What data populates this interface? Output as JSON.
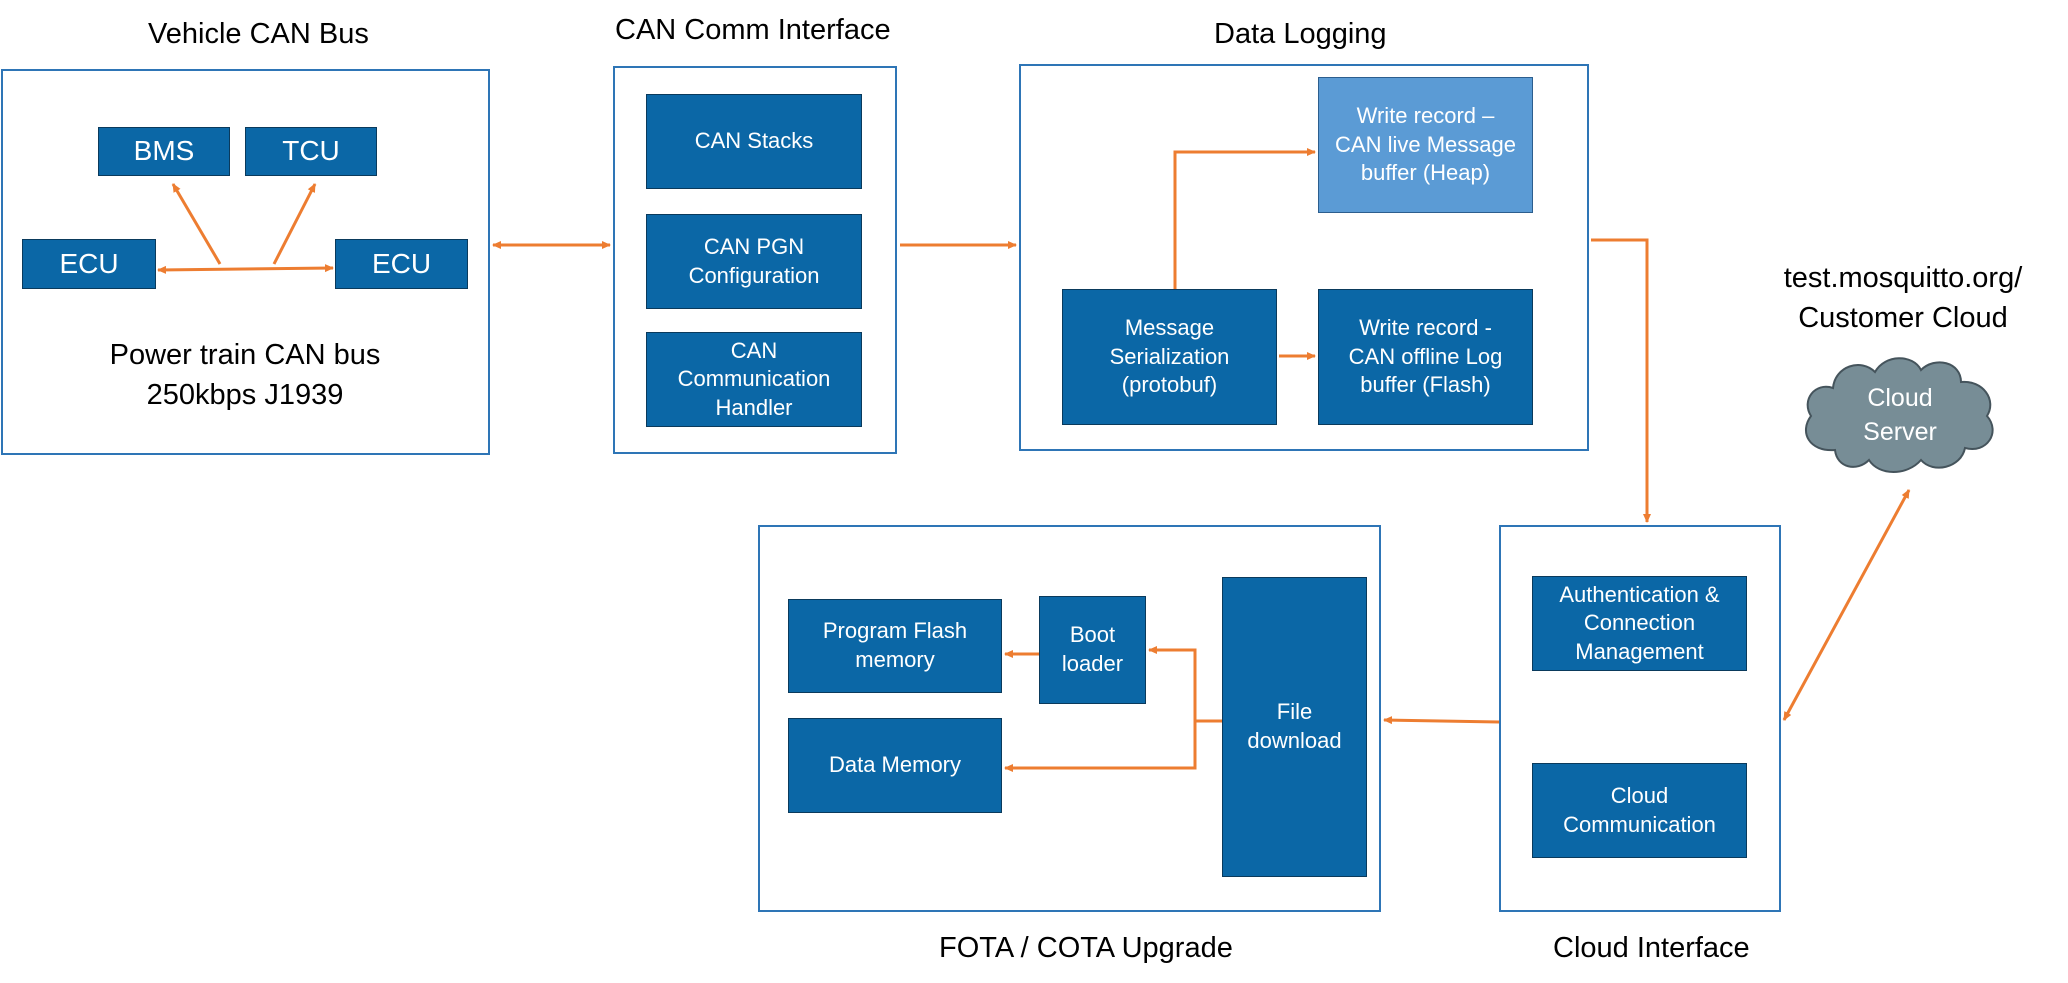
{
  "vehicle_can": {
    "title": "Vehicle CAN Bus",
    "bms": "BMS",
    "tcu": "TCU",
    "ecu_left": "ECU",
    "ecu_right": "ECU",
    "bus_caption": "Power train CAN bus\n250kbps J1939"
  },
  "can_comm": {
    "title": "CAN Comm Interface",
    "stacks": "CAN Stacks",
    "pgn": "CAN PGN\nConfiguration",
    "handler": "CAN\nCommunication\nHandler"
  },
  "data_logging": {
    "title": "Data Logging",
    "live_buffer": "Write record –\nCAN live Message\nbuffer (Heap)",
    "serialization": "Message\nSerialization\n(protobuf)",
    "offline_buffer": "Write record -\nCAN offline Log\nbuffer (Flash)"
  },
  "cloud": {
    "label": "test.mosquitto.org/\nCustomer Cloud",
    "server": "Cloud\nServer",
    "cloud_fill": "#778d96"
  },
  "cloud_interface": {
    "title": "Cloud Interface",
    "auth": "Authentication &\nConnection\nManagement",
    "comm": "Cloud\nCommunication"
  },
  "fota": {
    "title": "FOTA / COTA Upgrade",
    "program_flash": "Program Flash\nmemory",
    "boot_loader": "Boot\nloader",
    "data_memory": "Data Memory",
    "file_download": "File\ndownload"
  },
  "colors": {
    "block_fill": "#0b67a6",
    "block_light_fill": "#5b9bd5",
    "group_border": "#2e75b6",
    "arrow": "#ed7d31"
  }
}
